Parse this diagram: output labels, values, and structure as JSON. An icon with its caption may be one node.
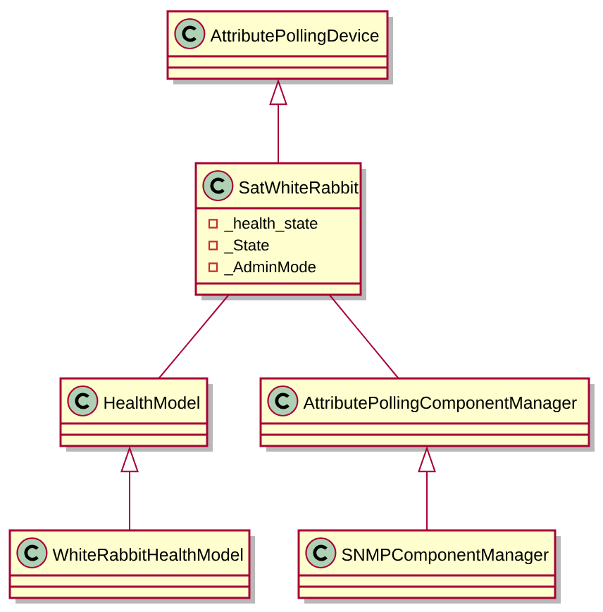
{
  "diagram": {
    "nodes": [
      {
        "text": [
          "AttributePollingDevice"
        ]
      },
      {
        "text": [
          "SatWhiteRabbit",
          "_health_state",
          "_State",
          "_AdminMode"
        ]
      },
      {
        "text": [
          "HealthModel"
        ]
      },
      {
        "text": [
          "AttributePollingComponentManager"
        ]
      },
      {
        "text": [
          "WhiteRabbitHealthModel"
        ]
      },
      {
        "text": [
          "SNMPComponentManager"
        ]
      }
    ],
    "edges": [
      {
        "from": 1,
        "to": 0,
        "arrow": "to"
      },
      {
        "from": 1,
        "to": 2,
        "arrow": "none"
      },
      {
        "from": 1,
        "to": 3,
        "arrow": "none"
      },
      {
        "from": 4,
        "to": 2,
        "arrow": "to"
      },
      {
        "from": 5,
        "to": 3,
        "arrow": "to"
      }
    ]
  }
}
